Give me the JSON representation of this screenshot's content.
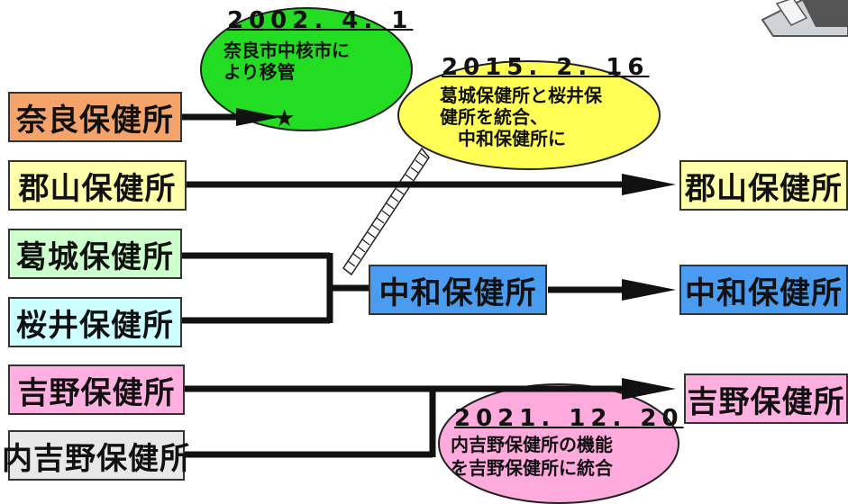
{
  "left_offices": {
    "nara": "奈良保健所",
    "koriyama": "郡山保健所",
    "katsuragi": "葛城保健所",
    "sakurai": "桜井保健所",
    "yoshino": "吉野保健所",
    "uchiyoshino": "内吉野保健所"
  },
  "middle_office": {
    "chuwa": "中和保健所"
  },
  "right_offices": {
    "koriyama": "郡山保健所",
    "chuwa": "中和保健所",
    "yoshino": "吉野保健所"
  },
  "events": {
    "nara_transfer": {
      "date": "2002. 4. 1",
      "line1": "奈良市中核市に",
      "line2": "より移管"
    },
    "chuwa_merge": {
      "date": "2015. 2. 16",
      "line1": "葛城保健所と桜井保",
      "line2": "健所を統合、",
      "line3": "中和保健所に"
    },
    "yoshino_merge": {
      "date": "2021. 12. 20",
      "line1": "内吉野保健所の機能",
      "line2": "を吉野保健所に統合"
    }
  },
  "marker": "★",
  "colors": {
    "nara": "#f4a46a",
    "koriyama": "#ffffaa",
    "katsuragi": "#ccffcc",
    "sakurai": "#ccffff",
    "yoshino": "#ffb0e0",
    "uchiyoshino": "#e8e8e8",
    "chuwa": "#4a9cf0",
    "bubble_green": "#22dd22",
    "bubble_yellow": "#ffff55",
    "bubble_pink": "#ffaadd"
  }
}
